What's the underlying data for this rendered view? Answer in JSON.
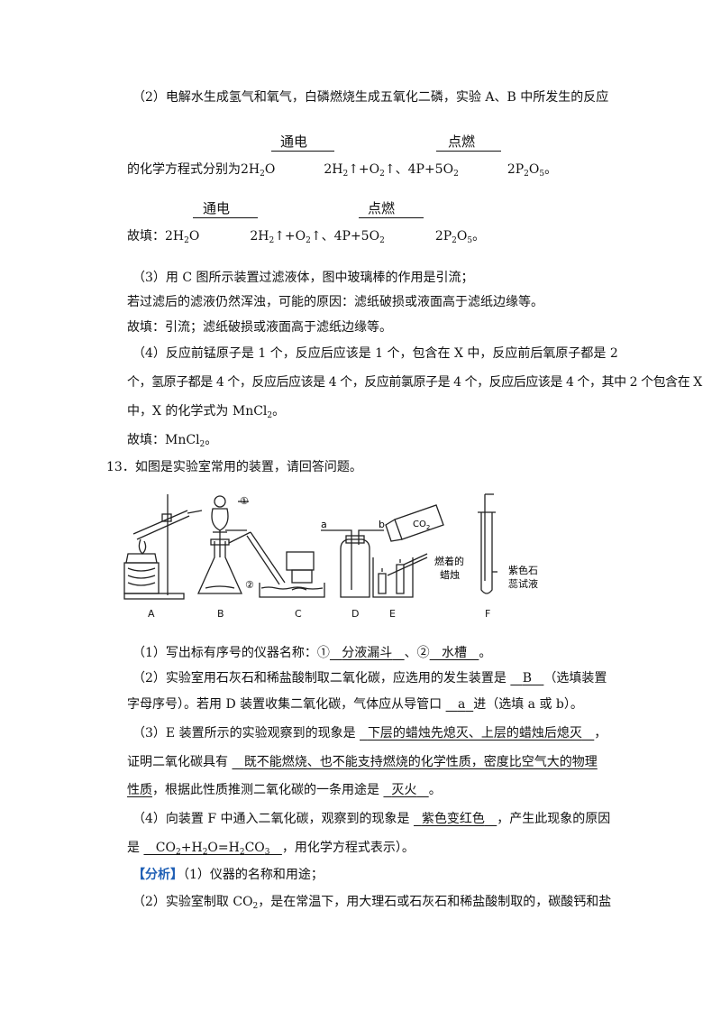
{
  "part2": {
    "intro": "（2）电解水生成氢气和氧气，白磷燃烧生成五氧化二磷，实验 A、B 中所发生的反应",
    "eq_label": "的化学方程式分别为",
    "cond_electrolysis": "通电",
    "cond_ignite": "点燃",
    "answer_label": "故填："
  },
  "part3": {
    "line1": "（3）用 C 图所示装置过滤液体，图中玻璃棒的作用是引流；",
    "line2": "若过滤后的滤液仍然浑浊，可能的原因：滤纸破损或液面高于滤纸边缘等。",
    "line3": "故填：引流；滤纸破损或液面高于滤纸边缘等。"
  },
  "part4": {
    "line1": "（4）反应前锰原子是 1 个，反应后应该是 1 个，包含在 X 中，反应前后氧原子都是 2",
    "line2": "个，氢原子都是 4 个，反应后应该是 4 个，反应前氯原子是 4 个，反应后应该是 4 个，其中 2 个包含在 X",
    "line3a": "中，X 的化学式为 MnCl",
    "line3b": "。",
    "answer": "故填：MnCl",
    "answer_end": "。"
  },
  "q13": {
    "title": "13．如图是实验室常用的装置，请回答问题。",
    "figure_labels": [
      "A",
      "B",
      "C",
      "D",
      "E",
      "F"
    ],
    "fig_num1": "①",
    "fig_num2": "②",
    "fig_a": "a",
    "fig_b": "b",
    "fig_co2": "CO",
    "fig_candle1": "燃着的",
    "fig_candle2": "蜡烛",
    "fig_litmus1": "紫色石",
    "fig_litmus2": "蕊试液",
    "s1_pre": "（1）写出标有序号的仪器名称：①",
    "s1_ans1": "分液漏斗",
    "s1_mid": "、②",
    "s1_ans2": "水槽",
    "s1_end": "。",
    "s2_pre": "（2）实验室用石灰石和稀盐酸制取二氧化碳，应选用的发生装置是",
    "s2_ans1": "B",
    "s2_post": "（选填装置",
    "s2_l2_pre": "字母序号）。若用 D 装置收集二氧化碳，气体应从导管口",
    "s2_ans2": "a",
    "s2_l2_post": "进（选填 a 或 b）。",
    "s3_pre": "（3）E 装置所示的实验观察到的现象是",
    "s3_ans1": "下层的蜡烛先熄灭、上层的蜡烛后熄灭",
    "s3_end1": "，",
    "s3_l2_pre": "证明二氧化碳具有",
    "s3_ans2": "既不能燃烧、也不能支持燃烧的化学性质，密度比空气大的物理",
    "s3_l3_ans": "性质",
    "s3_l3_mid": "，根据此性质推测二氧化碳的一条用途是",
    "s3_ans3": "灭火",
    "s3_end3": "。",
    "s4_pre": "（4）向装置 F 中通入二氧化碳，观察到的现象是",
    "s4_ans1": "紫色变红色",
    "s4_mid": "，产生此现象的原因",
    "s4_l2_pre": "是",
    "s4_l2_post": "，用化学方程式表示）。",
    "analysis_tag": "【分析】",
    "analysis1": "（1）仪器的名称和用途；",
    "analysis2": "（2）实验室制取 CO",
    "analysis2b": "，是在常温下，用大理石或石灰石和稀盐酸制取的，碳酸钙和盐"
  }
}
